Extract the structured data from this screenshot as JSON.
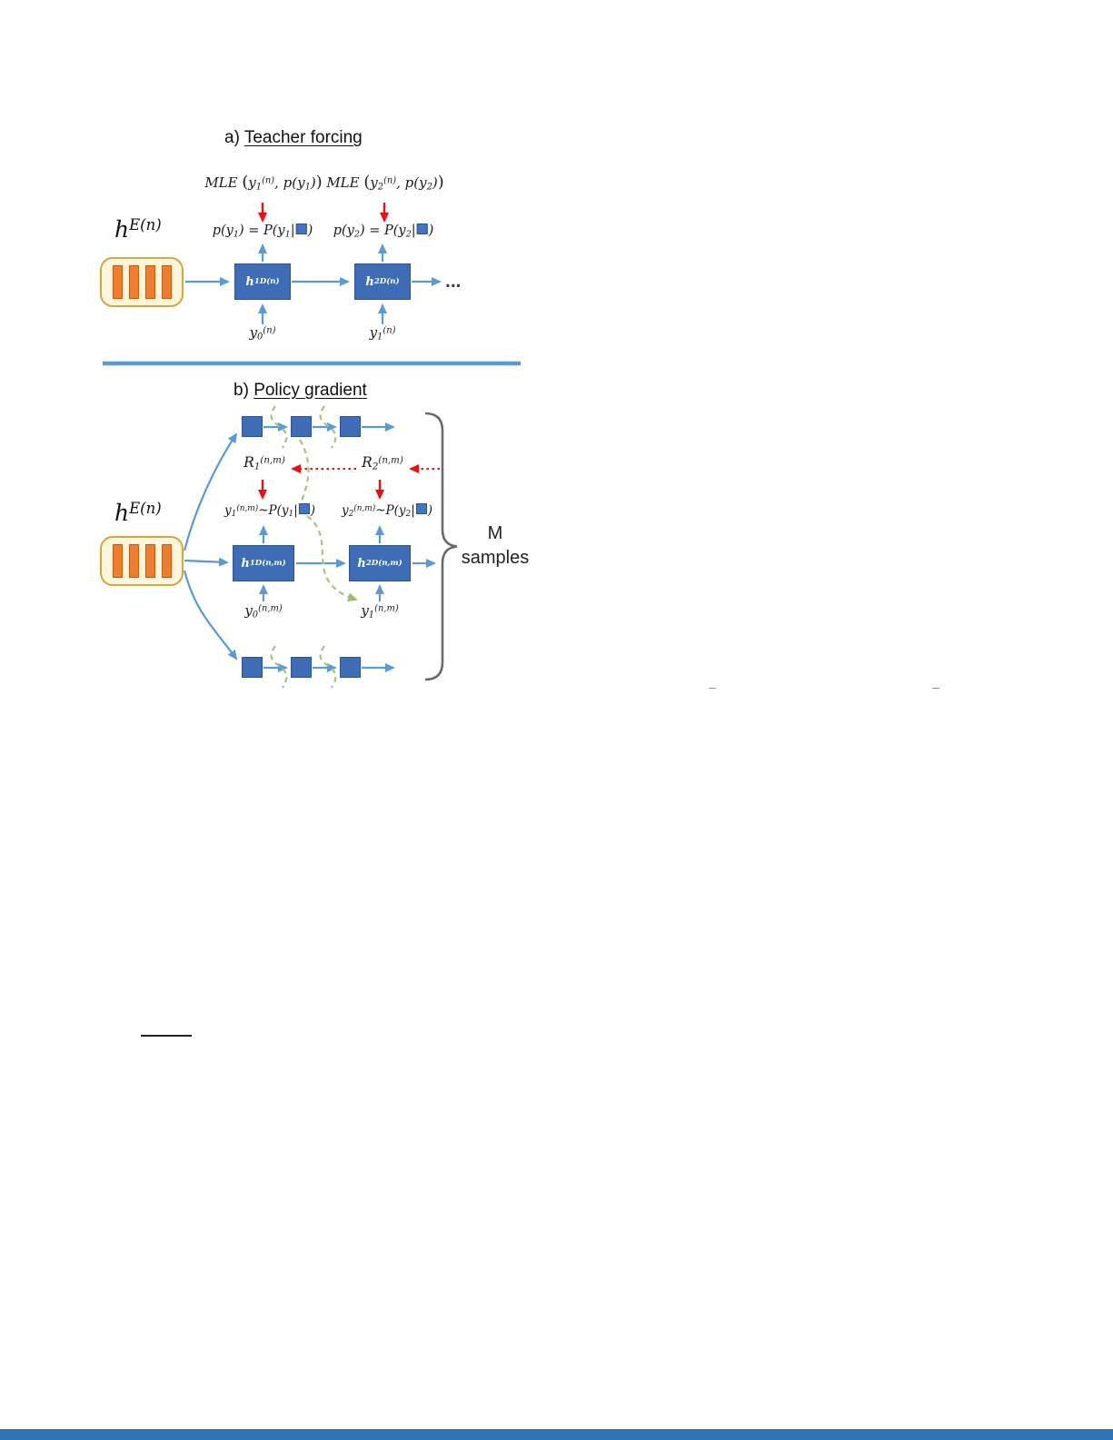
{
  "colors": {
    "arrow_blue": "#5b9bd5",
    "divider_blue": "#5b9bd5",
    "box_blue": "#3e6cb5",
    "box_blue_border": "#2e5395",
    "encoder_fill": "#fdf5dc",
    "encoder_border": "#d2a73f",
    "bar_orange": "#ed7d31",
    "bar_orange_border": "#bd5e14",
    "red": "#e81010",
    "green": "#a9c47f",
    "footer_blue": "#2e75b6",
    "inline_square": "#4472c4"
  },
  "panel_a": {
    "title_prefix": "a) ",
    "title": "Teacher forcing",
    "mle1": [
      {
        "t": "MLE "
      },
      {
        "t": "(",
        "s": "big"
      },
      {
        "t": "y"
      },
      {
        "t": "1",
        "s": "sub"
      },
      {
        "t": "(n)",
        "s": "sup"
      },
      {
        "t": ", p(y"
      },
      {
        "t": "1",
        "s": "sub"
      },
      {
        "t": ")"
      },
      {
        "t": ")",
        "s": "big"
      }
    ],
    "mle2": [
      {
        "t": "MLE "
      },
      {
        "t": "(",
        "s": "big"
      },
      {
        "t": "y"
      },
      {
        "t": "2",
        "s": "sub"
      },
      {
        "t": "(n)",
        "s": "sup"
      },
      {
        "t": ", p(y"
      },
      {
        "t": "2",
        "s": "sub"
      },
      {
        "t": ")"
      },
      {
        "t": ")",
        "s": "big"
      }
    ],
    "p1": [
      {
        "t": "p(y"
      },
      {
        "t": "1",
        "s": "sub"
      },
      {
        "t": ") = P(y"
      },
      {
        "t": "1",
        "s": "sub"
      },
      {
        "t": "|"
      },
      {
        "s": "sq"
      },
      {
        "t": ")"
      }
    ],
    "p2": [
      {
        "t": "p(y"
      },
      {
        "t": "2",
        "s": "sub"
      },
      {
        "t": ") = P(y"
      },
      {
        "t": "2",
        "s": "sub"
      },
      {
        "t": "|"
      },
      {
        "s": "sq"
      },
      {
        "t": ")"
      }
    ],
    "encoder_label": [
      {
        "t": "h"
      },
      {
        "t": "E(n)",
        "s": "sup"
      }
    ],
    "dec1_label": [
      {
        "t": "h"
      },
      {
        "t": "1",
        "s": "sub"
      },
      {
        "t": "D(n)",
        "s": "sup"
      }
    ],
    "dec2_label": [
      {
        "t": "h"
      },
      {
        "t": "2",
        "s": "sub"
      },
      {
        "t": "D(n)",
        "s": "sup"
      }
    ],
    "y0_label": [
      {
        "t": "y"
      },
      {
        "t": "0",
        "s": "sub"
      },
      {
        "t": "(n)",
        "s": "sup"
      }
    ],
    "y1_label": [
      {
        "t": "y"
      },
      {
        "t": "1",
        "s": "sub"
      },
      {
        "t": "(n)",
        "s": "sup"
      }
    ],
    "dots": "..."
  },
  "panel_b": {
    "title_prefix": "b) ",
    "title": "Policy gradient",
    "r1": [
      {
        "t": "R"
      },
      {
        "t": "1",
        "s": "sub"
      },
      {
        "t": "(n,m)",
        "s": "sup"
      }
    ],
    "r2": [
      {
        "t": "R"
      },
      {
        "t": "2",
        "s": "sub"
      },
      {
        "t": "(n,m)",
        "s": "sup"
      }
    ],
    "sample1": [
      {
        "t": "y"
      },
      {
        "t": "1",
        "s": "sub"
      },
      {
        "t": "(n,m)",
        "s": "sup"
      },
      {
        "t": "~P(y"
      },
      {
        "t": "1",
        "s": "sub"
      },
      {
        "t": "|"
      },
      {
        "s": "sq"
      },
      {
        "t": ")"
      }
    ],
    "sample2": [
      {
        "t": "y"
      },
      {
        "t": "2",
        "s": "sub"
      },
      {
        "t": "(n,m)",
        "s": "sup"
      },
      {
        "t": "~P(y"
      },
      {
        "t": "2",
        "s": "sub"
      },
      {
        "t": "|"
      },
      {
        "s": "sq"
      },
      {
        "t": ")"
      }
    ],
    "encoder_label": [
      {
        "t": "h"
      },
      {
        "t": "E(n)",
        "s": "sup"
      }
    ],
    "dec1_label": [
      {
        "t": "h"
      },
      {
        "t": "1",
        "s": "sub"
      },
      {
        "t": "D(n,m)",
        "s": "sup"
      }
    ],
    "dec2_label": [
      {
        "t": "h"
      },
      {
        "t": "2",
        "s": "sub"
      },
      {
        "t": "D(n,m)",
        "s": "sup"
      }
    ],
    "y0_label": [
      {
        "t": "y"
      },
      {
        "t": "0",
        "s": "sub"
      },
      {
        "t": "(n,m)",
        "s": "sup"
      }
    ],
    "y1_label": [
      {
        "t": "y"
      },
      {
        "t": "1",
        "s": "sub"
      },
      {
        "t": "(n,m)",
        "s": "sup"
      }
    ],
    "brace_label_line1": "M",
    "brace_label_line2": "samples"
  },
  "page_marks": {
    "dash_right_1": "–",
    "dash_right_2": "–"
  }
}
